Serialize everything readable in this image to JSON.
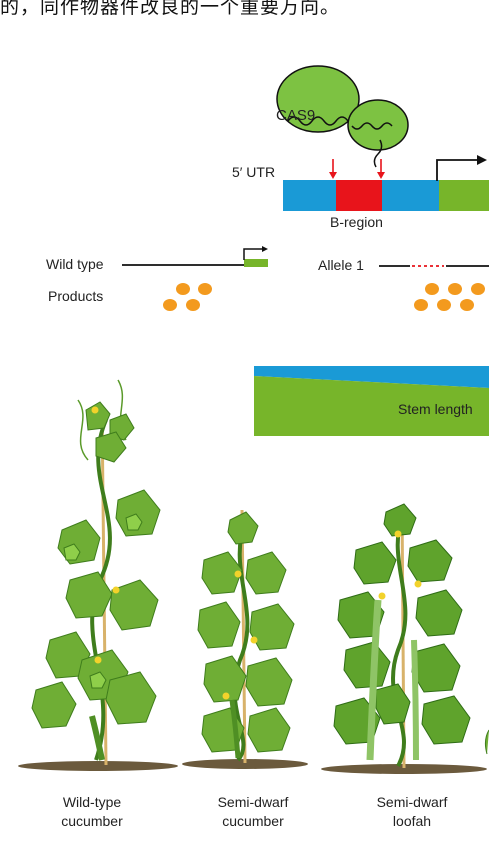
{
  "header_text": "的，同作物器件改良的一个重要万向。",
  "diagram": {
    "cas9_label": "CAS9",
    "utr_label": "5′ UTR",
    "region_label": "B-region",
    "wild_type_label": "Wild type",
    "products_label": "Products",
    "allele_label": "Allele 1",
    "stem_length_label": "Stem length"
  },
  "plants": [
    {
      "line1": "Wild-type",
      "line2": "cucumber"
    },
    {
      "line1": "Semi-dwarf",
      "line2": "cucumber"
    },
    {
      "line1": "Semi-dwarf",
      "line2": "loofah"
    }
  ],
  "colors": {
    "cas9_green": "#7dc242",
    "utr_blue": "#1a9ad6",
    "bregion_red": "#e8141b",
    "gene_green": "#77b52a",
    "product_orange": "#f39a1e",
    "stem_wedge_blue": "#1a9ad6",
    "stem_wedge_green": "#77b52a"
  }
}
